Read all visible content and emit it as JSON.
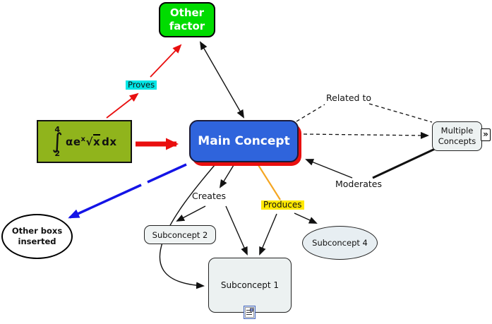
{
  "nodes": {
    "other_factor": {
      "line1": "Other",
      "line2": "factor",
      "bg_color": "#00DC00",
      "text_color": "#FFFFFF"
    },
    "formula_box": {
      "upper_limit": "4",
      "integral_sign": "∫",
      "lower_limit": "2",
      "expr_alpha_e": "αe",
      "exponent": "x",
      "sqrt_sign": "√",
      "radicand": "x",
      "differential": "dx",
      "bg_color": "#90B41C"
    },
    "main_concept": {
      "label": "Main Concept",
      "bg_color": "#2F64DC",
      "outline_color": "#E90F0F",
      "text_color": "#FFFFFF"
    },
    "multiple_concepts": {
      "line1": "Multiple",
      "line2": "Concepts",
      "expand_glyph": "»",
      "bg_color": "#EDF2F2"
    },
    "subconcept_1": {
      "label": "Subconcept 1",
      "bg_color": "#ECF1F1"
    },
    "subconcept_2": {
      "label": "Subconcept 2",
      "bg_color": "#EFF3F3"
    },
    "subconcept_4": {
      "label": "Subconcept 4",
      "bg_color": "#E7EEF2"
    },
    "other_boxes": {
      "line1": "Other boxs",
      "line2": "inserted",
      "bg_color": "#FFFFFF"
    }
  },
  "link_labels": {
    "proves": {
      "label": "Proves",
      "bg_color": "#00E6E6"
    },
    "related_to": {
      "label": "Related to"
    },
    "moderates": {
      "label": "Moderates"
    },
    "creates": {
      "label": "Creates"
    },
    "produces": {
      "label": "Produces",
      "bg_color": "#FFE800"
    }
  },
  "connector_colors": {
    "red": "#E90F0F",
    "blue": "#1414E6",
    "orange": "#F5A623",
    "black": "#111111"
  }
}
